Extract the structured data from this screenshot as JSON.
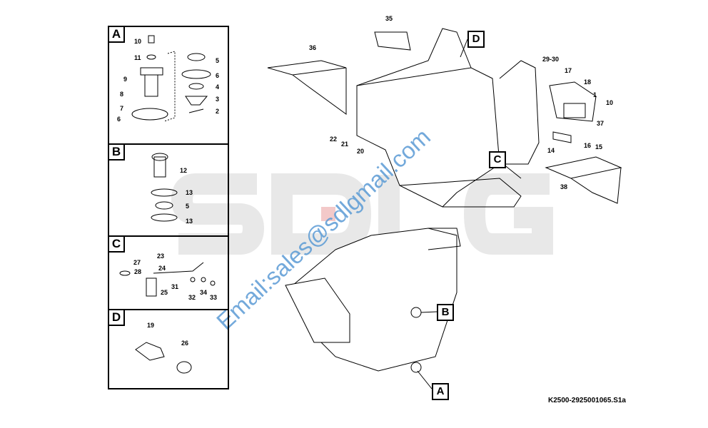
{
  "watermark": {
    "logo": "SDLG",
    "email": "Email:sales@sdlgmail.com",
    "email_color": "#5b9bd5"
  },
  "drawing_code": "K2500-2925001065.S1a",
  "panels": [
    {
      "tag": "A",
      "callouts": [
        "10",
        "11",
        "9",
        "8",
        "7",
        "6",
        "5",
        "6",
        "4",
        "3",
        "2"
      ]
    },
    {
      "tag": "B",
      "callouts": [
        "12",
        "13",
        "5",
        "13"
      ]
    },
    {
      "tag": "C",
      "callouts": [
        "23",
        "27",
        "24",
        "28",
        "31",
        "25",
        "32",
        "34",
        "33"
      ]
    },
    {
      "tag": "D",
      "callouts": [
        "19",
        "26"
      ]
    }
  ],
  "main_callouts": [
    "35",
    "36",
    "29-30",
    "17",
    "18",
    "1",
    "10",
    "37",
    "16",
    "15",
    "14",
    "22",
    "21",
    "20",
    "38"
  ],
  "detail_tags": {
    "D": "D",
    "C": "C",
    "B": "B",
    "A": "A"
  }
}
